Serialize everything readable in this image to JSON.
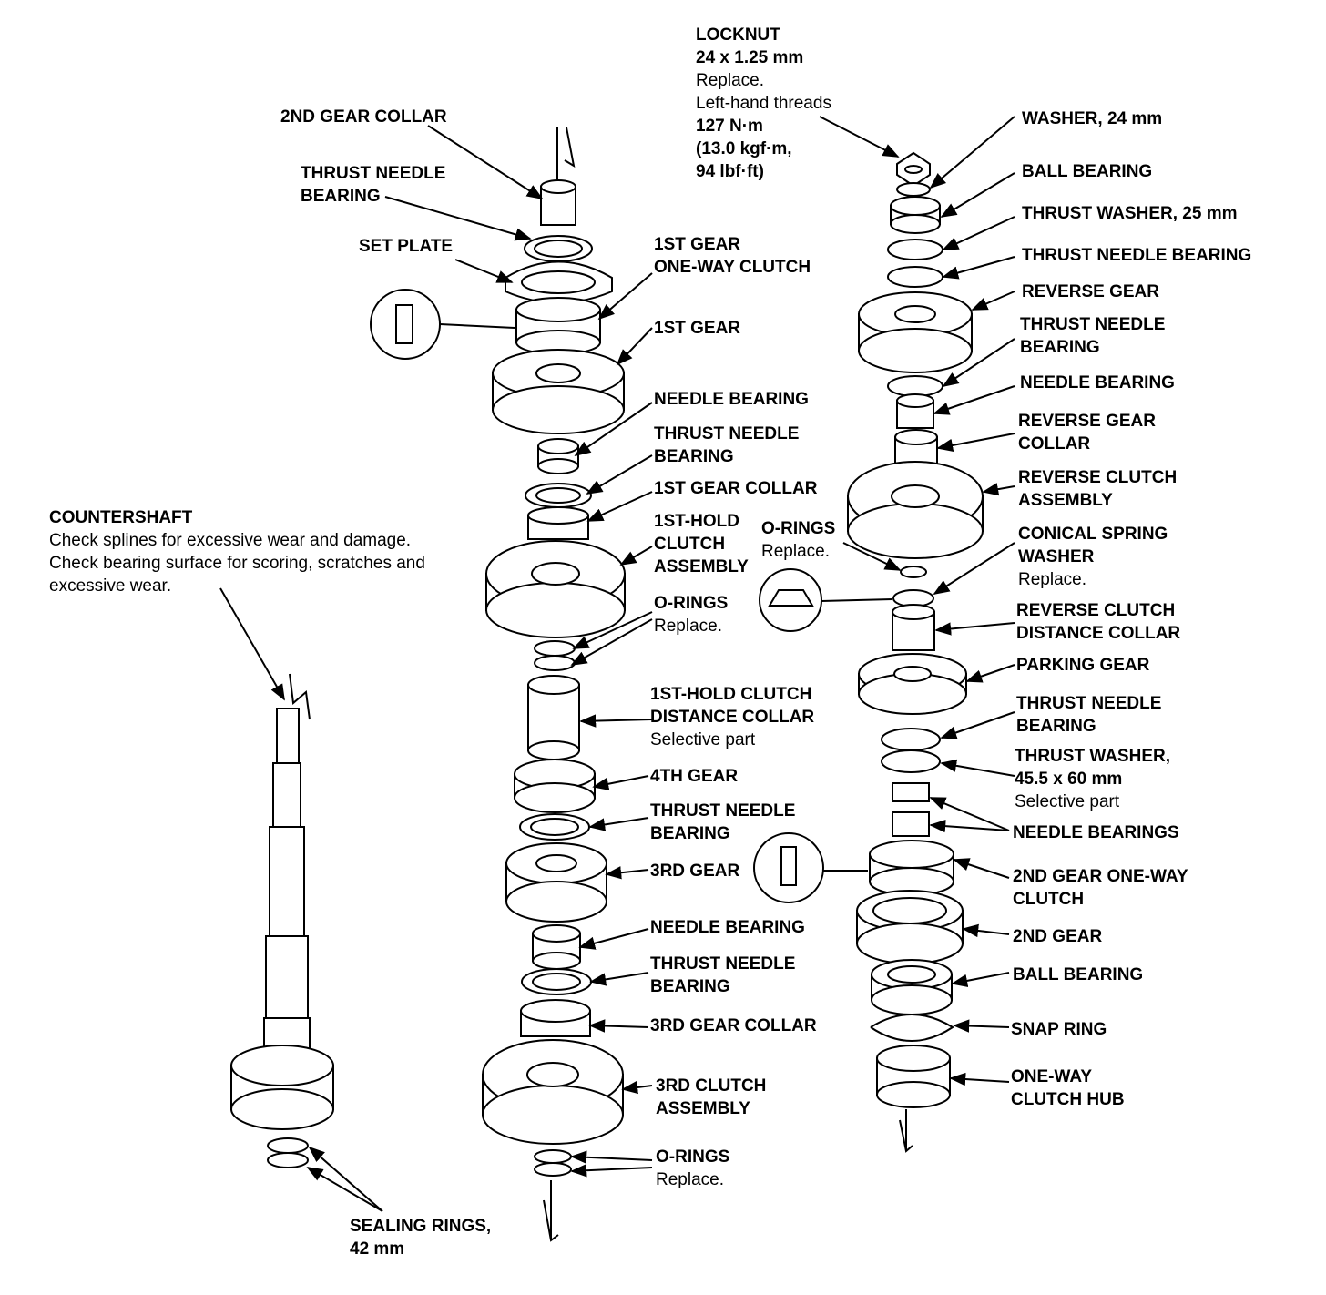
{
  "labels": {
    "locknut": {
      "title": "LOCKNUT",
      "lines": [
        "24 x 1.25 mm"
      ],
      "notes": [
        "Replace.",
        "Left-hand threads"
      ],
      "torque": [
        "127 N·m",
        "(13.0 kgf·m,",
        "94 lbf·ft)"
      ]
    },
    "second_gear_collar": "2ND GEAR COLLAR",
    "thrust_needle_bearing_top": [
      "THRUST NEEDLE",
      "BEARING"
    ],
    "set_plate": "SET PLATE",
    "first_gear_oneway_clutch": [
      "1ST GEAR",
      "ONE-WAY CLUTCH"
    ],
    "first_gear": "1ST GEAR",
    "needle_bearing_1": "NEEDLE BEARING",
    "thrust_needle_bearing_2": [
      "THRUST NEEDLE",
      "BEARING"
    ],
    "first_gear_collar": "1ST GEAR COLLAR",
    "first_hold_clutch": [
      "1ST-HOLD",
      "CLUTCH",
      "ASSEMBLY"
    ],
    "orings_mid": {
      "title": "O-RINGS",
      "note": "Replace."
    },
    "orings_left": {
      "title": "O-RINGS",
      "note": "Replace."
    },
    "first_hold_distance_collar": {
      "lines": [
        "1ST-HOLD CLUTCH",
        "DISTANCE COLLAR"
      ],
      "note": "Selective part"
    },
    "fourth_gear": "4TH GEAR",
    "thrust_needle_bearing_3": [
      "THRUST NEEDLE",
      "BEARING"
    ],
    "third_gear": "3RD GEAR",
    "needle_bearing_2": "NEEDLE BEARING",
    "thrust_needle_bearing_4": [
      "THRUST NEEDLE",
      "BEARING"
    ],
    "third_gear_collar": "3RD GEAR COLLAR",
    "third_clutch": [
      "3RD CLUTCH",
      "ASSEMBLY"
    ],
    "orings_bottom": {
      "title": "O-RINGS",
      "note": "Replace."
    },
    "countershaft": {
      "title": "COUNTERSHAFT",
      "notes": [
        "Check splines for excessive wear and damage.",
        "Check bearing surface for scoring, scratches and",
        "excessive wear."
      ]
    },
    "sealing_rings": [
      "SEALING RINGS,",
      "42 mm"
    ],
    "washer_24": "WASHER, 24 mm",
    "ball_bearing_top": "BALL BEARING",
    "thrust_washer_25": "THRUST WASHER, 25 mm",
    "thrust_needle_bearing_r1": "THRUST NEEDLE BEARING",
    "reverse_gear": "REVERSE GEAR",
    "thrust_needle_bearing_r2": [
      "THRUST NEEDLE",
      "BEARING"
    ],
    "needle_bearing_r": "NEEDLE BEARING",
    "reverse_gear_collar": [
      "REVERSE GEAR",
      "COLLAR"
    ],
    "reverse_clutch": [
      "REVERSE CLUTCH",
      "ASSEMBLY"
    ],
    "conical_spring_washer": {
      "lines": [
        "CONICAL SPRING",
        "WASHER"
      ],
      "note": "Replace."
    },
    "reverse_distance_collar": [
      "REVERSE CLUTCH",
      "DISTANCE COLLAR"
    ],
    "parking_gear": "PARKING GEAR",
    "thrust_needle_bearing_r3": [
      "THRUST NEEDLE",
      "BEARING"
    ],
    "thrust_washer_45": {
      "lines": [
        "THRUST WASHER,",
        "45.5 x 60 mm"
      ],
      "note": "Selective part"
    },
    "needle_bearings": "NEEDLE BEARINGS",
    "second_gear_oneway_clutch": [
      "2ND GEAR ONE-WAY",
      "CLUTCH"
    ],
    "second_gear": "2ND GEAR",
    "ball_bearing_bottom": "BALL BEARING",
    "snap_ring": "SNAP RING",
    "oneway_clutch_hub": [
      "ONE-WAY",
      "CLUTCH HUB"
    ]
  }
}
